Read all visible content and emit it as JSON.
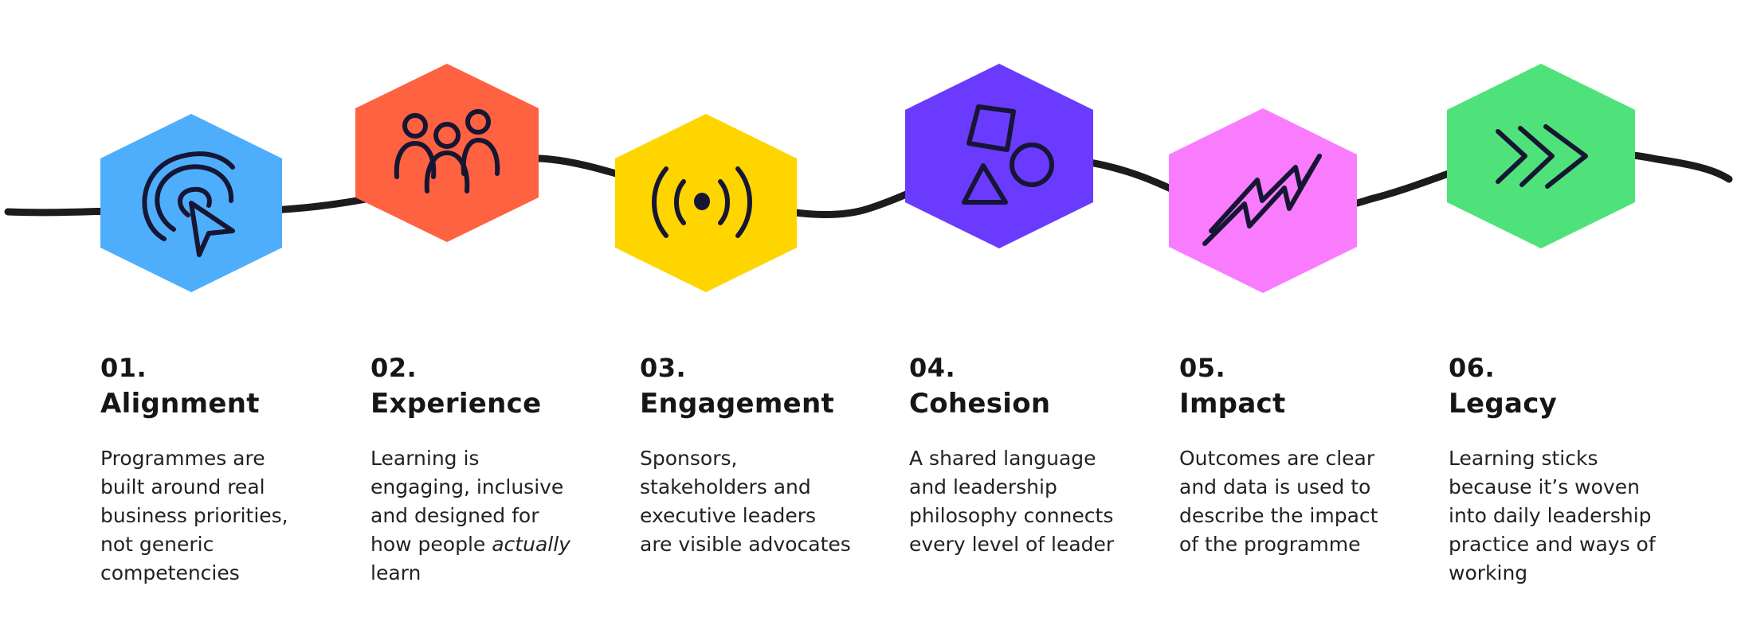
{
  "colors": {
    "line": "#1c1c1c",
    "icon_ink": "#161634",
    "blue": "#4FAEFC",
    "orange": "#FF6241",
    "yellow": "#FFD500",
    "purple": "#6B3AFF",
    "pink": "#F97CFF",
    "green": "#4FE27A"
  },
  "steps": [
    {
      "number": "01.",
      "title": "Alignment",
      "desc": "Programmes are built around real business priorities, not generic competencies",
      "icon": "cursor-click-icon",
      "color": "#4FAEFC"
    },
    {
      "number": "02.",
      "title": "Experience",
      "desc_parts": [
        "Learning is engaging, inclusive and designed for how people ",
        "actually",
        " learn"
      ],
      "icon": "people-group-icon",
      "color": "#FF6241"
    },
    {
      "number": "03.",
      "title": "Engagement",
      "desc": "Sponsors, stakeholders and executive leaders are visible advocates",
      "icon": "broadcast-icon",
      "color": "#FFD500"
    },
    {
      "number": "04.",
      "title": "Cohesion",
      "desc": "A shared language and leadership philosophy connects every level of leader",
      "icon": "shapes-icon",
      "color": "#6B3AFF"
    },
    {
      "number": "05.",
      "title": "Impact",
      "desc": "Outcomes are clear and data is used to describe the impact of the programme",
      "icon": "lightning-icon",
      "color": "#F97CFF"
    },
    {
      "number": "06.",
      "title": "Legacy",
      "desc": "Learning sticks because it’s woven into daily leadership practice and ways of working",
      "icon": "chevrons-right-icon",
      "color": "#4FE27A"
    }
  ]
}
